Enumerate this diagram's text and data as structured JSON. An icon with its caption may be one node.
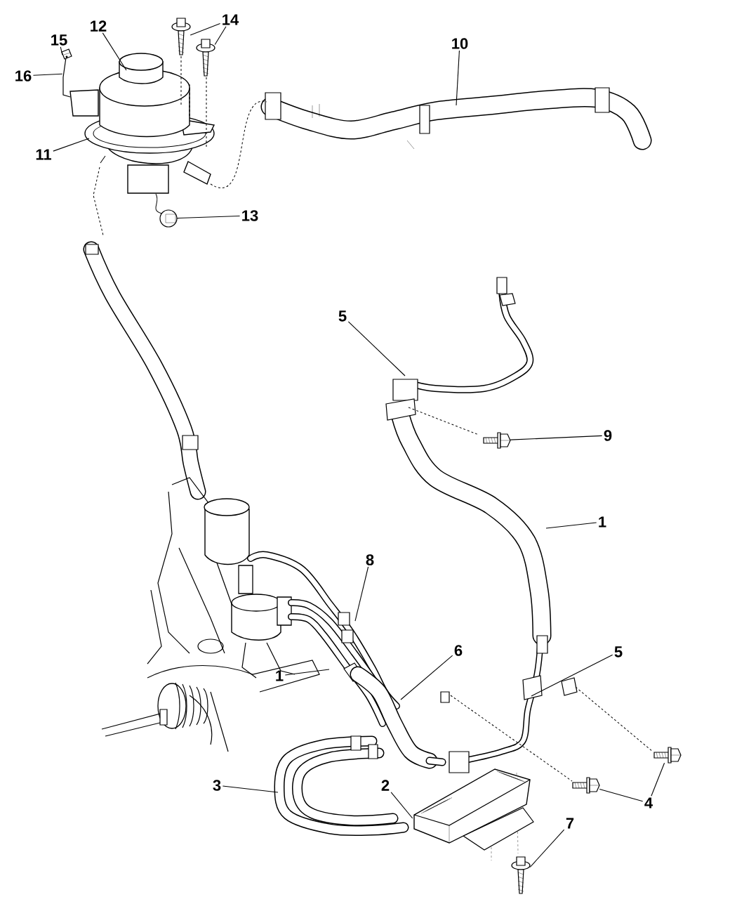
{
  "diagram": {
    "nodes": [
      {
        "text": [
          "14"
        ]
      },
      {
        "text": [
          "12"
        ]
      },
      {
        "text": [
          "15"
        ]
      },
      {
        "text": [
          "10"
        ]
      },
      {
        "text": [
          "16"
        ]
      },
      {
        "text": [
          "11"
        ]
      },
      {
        "text": [
          "13"
        ]
      },
      {
        "text": [
          "5"
        ]
      },
      {
        "text": [
          "9"
        ]
      },
      {
        "text": [
          "1"
        ]
      },
      {
        "text": [
          "8"
        ]
      },
      {
        "text": [
          "6"
        ]
      },
      {
        "text": [
          "5"
        ]
      },
      {
        "text": [
          "1"
        ]
      },
      {
        "text": [
          "3"
        ]
      },
      {
        "text": [
          "2"
        ]
      },
      {
        "text": [
          "4"
        ]
      },
      {
        "text": [
          "7"
        ]
      },
      {
        "text": [],
        "shape": "picture"
      },
      {
        "text": [],
        "shape": "picture"
      },
      {
        "text": [],
        "shape": "picture"
      },
      {
        "text": [],
        "shape": "picture"
      },
      {
        "text": [],
        "shape": "picture"
      },
      {
        "text": [],
        "shape": "picture"
      },
      {
        "text": [],
        "shape": "picture"
      },
      {
        "text": [],
        "shape": "picture"
      },
      {
        "text": [],
        "shape": "picture"
      }
    ],
    "edges": [
      {
        "from": 0,
        "to": 18,
        "arrow": "none"
      },
      {
        "from": 0,
        "to": 19,
        "arrow": "none"
      },
      {
        "from": 1,
        "to": null,
        "arrow": "none"
      },
      {
        "from": 2,
        "to": 25,
        "arrow": "none"
      },
      {
        "from": 3,
        "to": null,
        "arrow": "none"
      },
      {
        "from": 4,
        "to": 25,
        "arrow": "none"
      },
      {
        "from": 5,
        "to": null,
        "arrow": "none"
      },
      {
        "from": 6,
        "to": 20,
        "arrow": "none"
      },
      {
        "from": 7,
        "to": null,
        "arrow": "none"
      },
      {
        "from": 8,
        "to": 21,
        "arrow": "none"
      },
      {
        "from": 9,
        "to": null,
        "arrow": "none"
      },
      {
        "from": 10,
        "to": null,
        "arrow": "none"
      },
      {
        "from": 11,
        "to": null,
        "arrow": "none"
      },
      {
        "from": 12,
        "to": null,
        "arrow": "none"
      },
      {
        "from": 13,
        "to": null,
        "arrow": "none"
      },
      {
        "from": 14,
        "to": null,
        "arrow": "none"
      },
      {
        "from": 15,
        "to": 26,
        "arrow": "none"
      },
      {
        "from": 16,
        "to": 22,
        "arrow": "none"
      },
      {
        "from": 16,
        "to": 23,
        "arrow": "none"
      },
      {
        "from": 17,
        "to": 24,
        "arrow": "none"
      }
    ]
  }
}
